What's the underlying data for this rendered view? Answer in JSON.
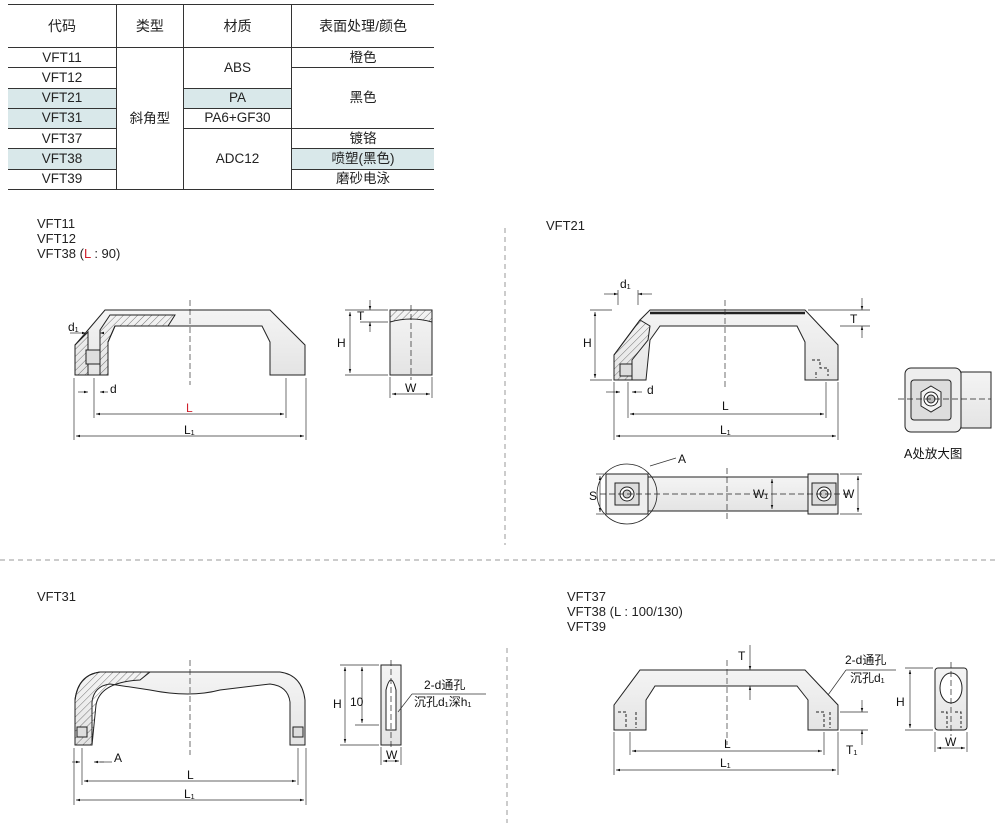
{
  "table": {
    "headers": [
      "代码",
      "类型",
      "材质",
      "表面处理/颜色"
    ],
    "codes": [
      "VFT11",
      "VFT12",
      "VFT21",
      "VFT31",
      "VFT37",
      "VFT38",
      "VFT39"
    ],
    "type": "斜角型",
    "materials": [
      "ABS",
      "PA",
      "PA6+GF30",
      "ADC12"
    ],
    "finishes": [
      "橙色",
      "黑色",
      "镀铬",
      "喷塑(黑色)",
      "磨砂电泳"
    ],
    "highlight_color": "#d9e8ea"
  },
  "sections": {
    "vft11": {
      "lines": [
        "VFT11",
        "VFT12"
      ],
      "line3_prefix": "VFT38 (",
      "line3_red": "L",
      "line3_suffix": " : 90)"
    },
    "vft21": {
      "title": "VFT21",
      "detail_label": "A处放大图"
    },
    "vft31": {
      "title": "VFT31",
      "note1": "2-d通孔",
      "note2": "沉孔d₁深h₁"
    },
    "vft37": {
      "lines": [
        "VFT37",
        "VFT38 (L : 100/130)",
        "VFT39"
      ],
      "note1": "2-d通孔",
      "note2": "沉孔d₁"
    }
  },
  "dims": {
    "d1": "d₁",
    "d": "d",
    "L": "L",
    "L1": "L₁",
    "T": "T",
    "H": "H",
    "W": "W",
    "W1": "W₁",
    "S": "S",
    "A": "A",
    "T1": "T₁",
    "ten": "10"
  }
}
